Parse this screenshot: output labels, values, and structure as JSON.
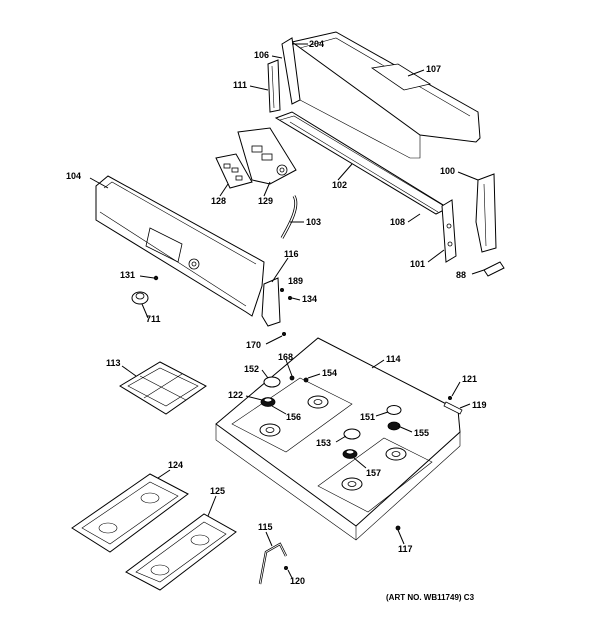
{
  "diagram": {
    "callouts": [
      {
        "id": "204",
        "text": "204"
      },
      {
        "id": "106",
        "text": "106"
      },
      {
        "id": "107",
        "text": "107"
      },
      {
        "id": "111",
        "text": "111"
      },
      {
        "id": "104",
        "text": "104"
      },
      {
        "id": "128",
        "text": "128"
      },
      {
        "id": "129",
        "text": "129"
      },
      {
        "id": "102",
        "text": "102"
      },
      {
        "id": "100",
        "text": "100"
      },
      {
        "id": "103",
        "text": "103"
      },
      {
        "id": "108",
        "text": "108"
      },
      {
        "id": "101",
        "text": "101"
      },
      {
        "id": "88",
        "text": "88"
      },
      {
        "id": "131",
        "text": "131"
      },
      {
        "id": "116",
        "text": "116"
      },
      {
        "id": "189",
        "text": "189"
      },
      {
        "id": "134",
        "text": "134"
      },
      {
        "id": "711",
        "text": "711"
      },
      {
        "id": "170",
        "text": "170"
      },
      {
        "id": "113",
        "text": "113"
      },
      {
        "id": "114",
        "text": "114"
      },
      {
        "id": "168",
        "text": "168"
      },
      {
        "id": "152",
        "text": "152"
      },
      {
        "id": "154",
        "text": "154"
      },
      {
        "id": "122",
        "text": "122"
      },
      {
        "id": "156",
        "text": "156"
      },
      {
        "id": "151",
        "text": "151"
      },
      {
        "id": "121",
        "text": "121"
      },
      {
        "id": "119",
        "text": "119"
      },
      {
        "id": "155",
        "text": "155"
      },
      {
        "id": "153",
        "text": "153"
      },
      {
        "id": "157",
        "text": "157"
      },
      {
        "id": "124",
        "text": "124"
      },
      {
        "id": "125",
        "text": "125"
      },
      {
        "id": "115",
        "text": "115"
      },
      {
        "id": "117",
        "text": "117"
      },
      {
        "id": "120",
        "text": "120"
      }
    ],
    "art_number": "(ART NO. WB11749) C3"
  }
}
